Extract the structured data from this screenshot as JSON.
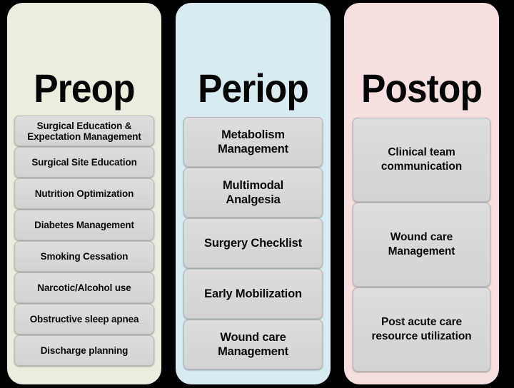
{
  "figure": {
    "background_color": "#000000",
    "card_color": "#d9d9d9",
    "text_color": "#0a0a0a"
  },
  "columns": [
    {
      "id": "preop",
      "title": "Preop",
      "background_color": "#e9eede",
      "items": [
        "Surgical Education &\nExpectation Management",
        "Surgical Site Education",
        "Nutrition Optimization",
        "Diabetes Management",
        "Smoking Cessation",
        "Narcotic/Alcohol use",
        "Obstructive sleep apnea",
        "Discharge planning"
      ]
    },
    {
      "id": "periop",
      "title": "Periop",
      "background_color": "#d8eaf2",
      "items": [
        "Metabolism\nManagement",
        "Multimodal\nAnalgesia",
        "Surgery Checklist",
        "Early Mobilization",
        "Wound care\nManagement"
      ]
    },
    {
      "id": "postop",
      "title": "Postop",
      "background_color": "#f5dfdf",
      "items": [
        "Clinical team\ncommunication",
        "Wound care\nManagement",
        "Post acute care\nresource utilization"
      ]
    }
  ]
}
